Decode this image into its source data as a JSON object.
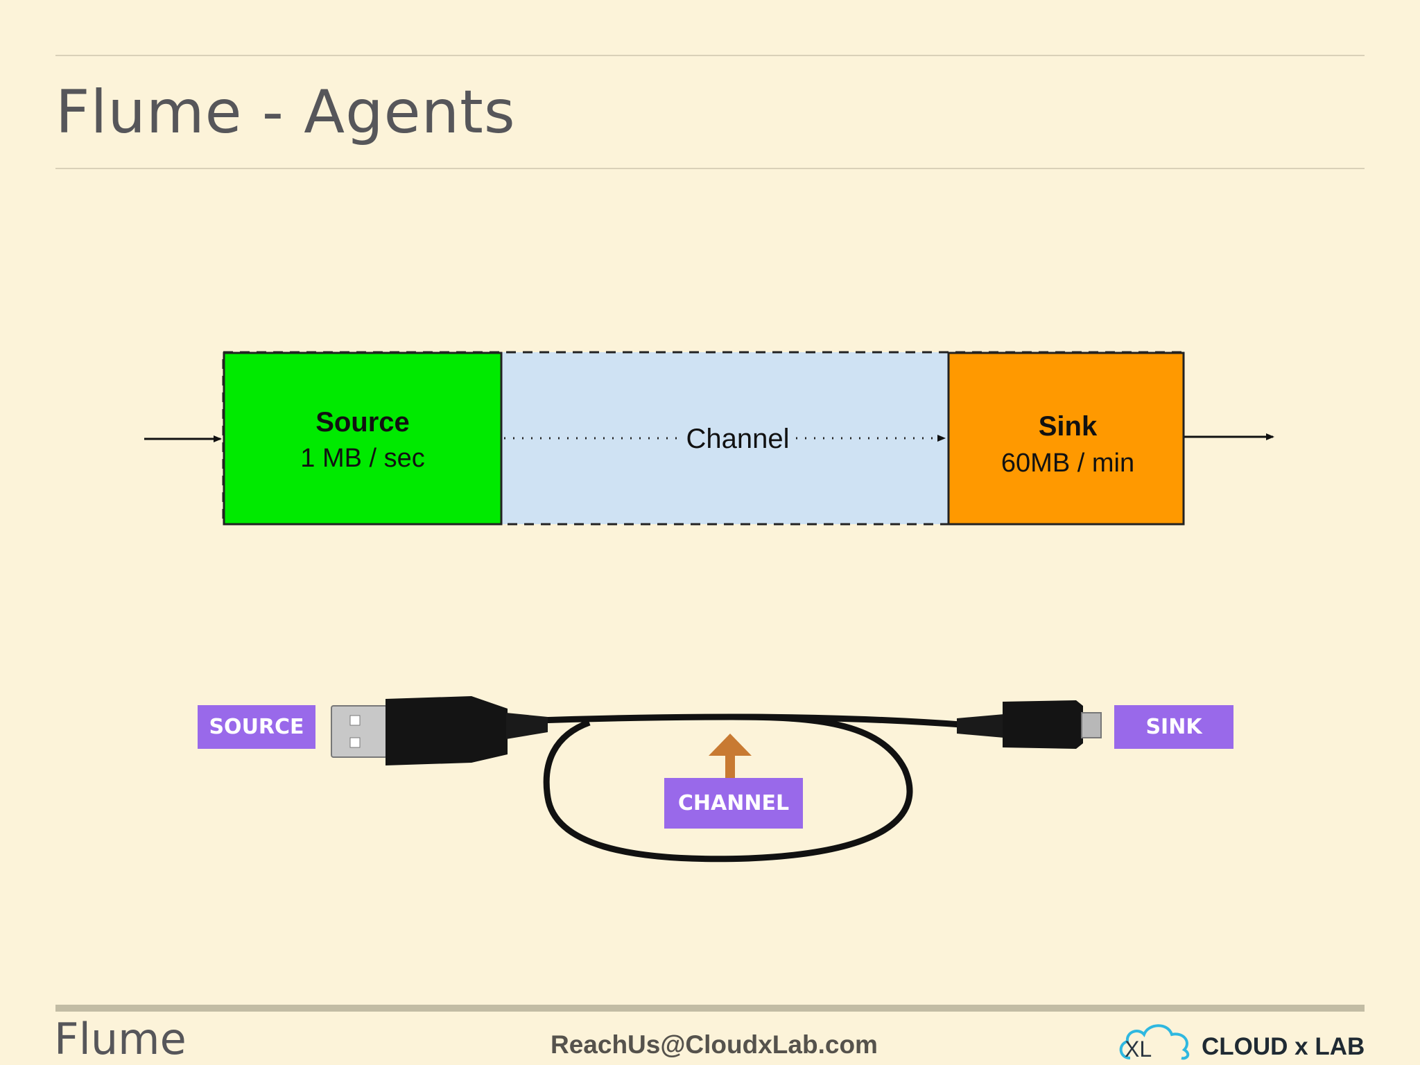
{
  "slide": {
    "title": "Flume - Agents",
    "footer_left": "Flume",
    "footer_contact": "ReachUs@CloudxLab.com",
    "logo_text": "CLOUD x LAB"
  },
  "diagram": {
    "source_title": "Source",
    "source_rate": "1 MB / sec",
    "channel_label": "Channel",
    "sink_title": "Sink",
    "sink_rate": "60MB / min"
  },
  "usb_labels": {
    "source": "SOURCE",
    "channel": "CHANNEL",
    "sink": "SINK"
  },
  "colors": {
    "background": "#fcf3d9",
    "source_box": "#00ea00",
    "channel_box": "#cfe2f3",
    "sink_box": "#ff9900",
    "label_purple": "#9969ea",
    "arrow_orange": "#c87a32",
    "logo_cyan": "#2fb8e0"
  }
}
